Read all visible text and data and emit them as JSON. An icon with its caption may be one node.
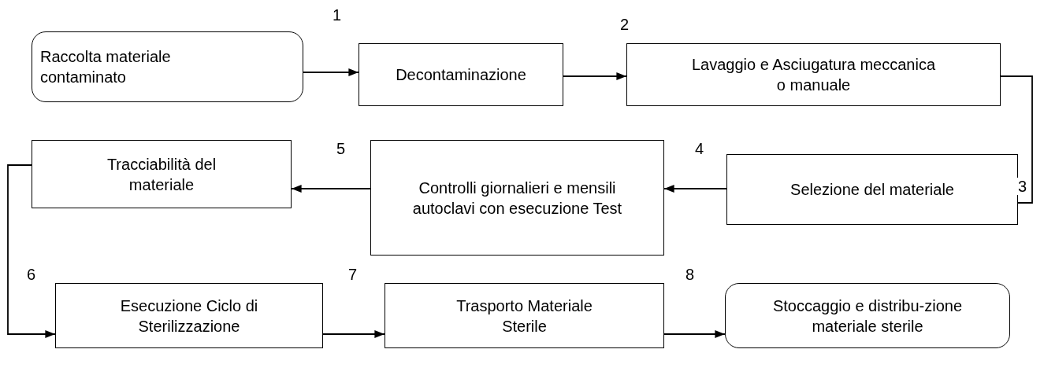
{
  "diagram": {
    "nodes": [
      {
        "text": [
          "Raccolta materiale contaminato"
        ]
      },
      {
        "text": [
          "Decontaminazione"
        ]
      },
      {
        "text": [
          "Lavaggio e Asciugatura meccanica o manuale"
        ]
      },
      {
        "text": [
          "Selezione del materiale"
        ]
      },
      {
        "text": [
          "Controlli giornalieri e mensili autoclavi con esecuzione Test"
        ]
      },
      {
        "text": [
          "Tracciabilità del materiale"
        ]
      },
      {
        "text": [
          "Esecuzione Ciclo di Sterilizzazione"
        ]
      },
      {
        "text": [
          "Trasporto Materiale Sterile"
        ]
      },
      {
        "text": [
          "Stoccaggio e distribu-zione materiale sterile"
        ]
      }
    ],
    "edges": [
      {
        "from": 0,
        "to": 1,
        "arrow": "to",
        "label": "1"
      },
      {
        "from": 1,
        "to": 2,
        "arrow": "to",
        "label": "2"
      },
      {
        "from": 2,
        "to": 3,
        "arrow": "none",
        "label": "3"
      },
      {
        "from": 3,
        "to": 4,
        "arrow": "to",
        "label": "4"
      },
      {
        "from": 4,
        "to": 5,
        "arrow": "to",
        "label": "5"
      },
      {
        "from": 5,
        "to": 6,
        "arrow": "to",
        "label": "6"
      },
      {
        "from": 6,
        "to": 7,
        "arrow": "to",
        "label": "7"
      },
      {
        "from": 7,
        "to": 8,
        "arrow": "to",
        "label": "8"
      }
    ]
  }
}
